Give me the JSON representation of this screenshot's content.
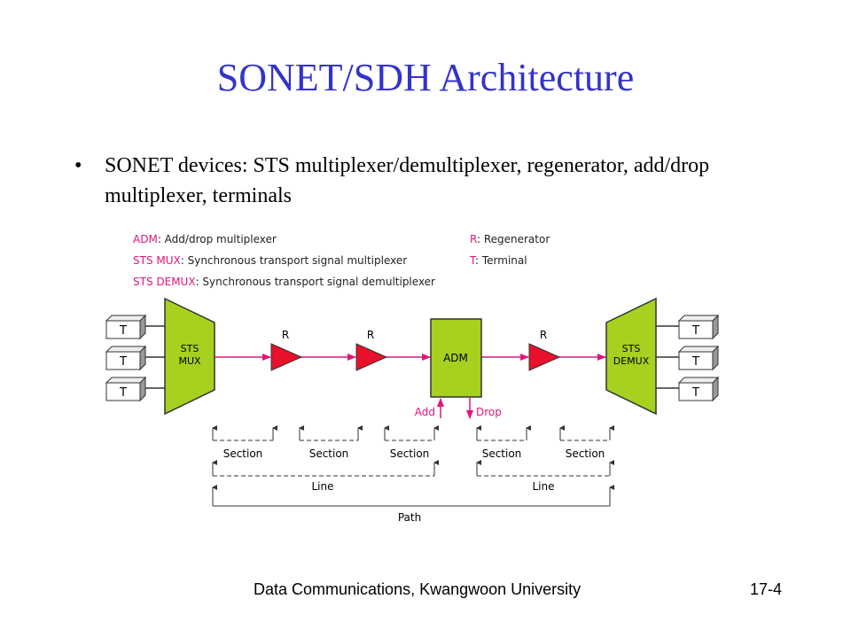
{
  "slide": {
    "title": "SONET/SDH Architecture",
    "bullet": "SONET devices: STS multiplexer/demultiplexer, regenerator, add/drop multiplexer, terminals"
  },
  "legend": [
    {
      "abbr": "ADM",
      "desc": ": Add/drop multiplexer"
    },
    {
      "abbr": "STS MUX",
      "desc": ": Synchronous transport signal multiplexer"
    },
    {
      "abbr": "STS DEMUX",
      "desc": ": Synchronous transport signal demultiplexer"
    },
    {
      "abbr": "R",
      "desc": ": Regenerator"
    },
    {
      "abbr": "T",
      "desc": ": Terminal"
    }
  ],
  "diagram": {
    "terminal_label": "T",
    "mux_label_1": "STS",
    "mux_label_2": "MUX",
    "demux_label_1": "STS",
    "demux_label_2": "DEMUX",
    "regenerator_label": "R",
    "adm_label": "ADM",
    "add_label": "Add",
    "drop_label": "Drop",
    "section_label": "Section",
    "line_label": "Line",
    "path_label": "Path"
  },
  "colors": {
    "device_fill": "#a6d11e",
    "regenerator_fill": "#e8102a",
    "signal_line": "#e0157a",
    "title": "#3333cc"
  },
  "footer": {
    "left": "Data Communications, Kwangwoon University",
    "right": "17-4"
  }
}
